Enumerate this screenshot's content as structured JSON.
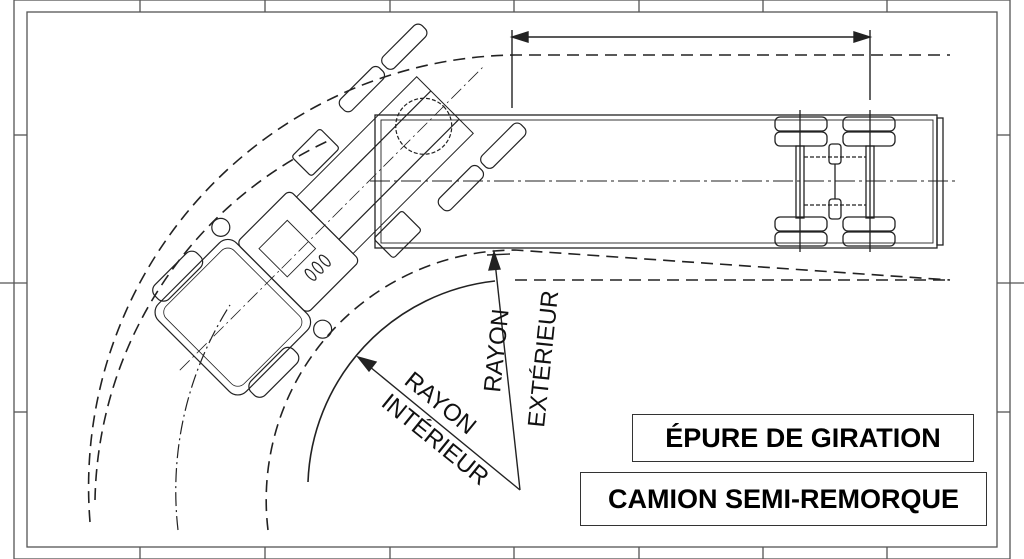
{
  "drawing": {
    "title": "ÉPURE DE GIRATION",
    "subtitle": "CAMION SEMI-REMORQUE",
    "labels": {
      "inner_radius_line1": "RAYON",
      "inner_radius_line2": "INTÉRIEUR",
      "outer_radius_line1": "RAYON",
      "outer_radius_line2": "EXTÉRIEUR"
    },
    "vehicle": "semi-trailer truck (tractor turning, trailer straight)",
    "line_color": "#222222",
    "background_color": "#ffffff"
  }
}
